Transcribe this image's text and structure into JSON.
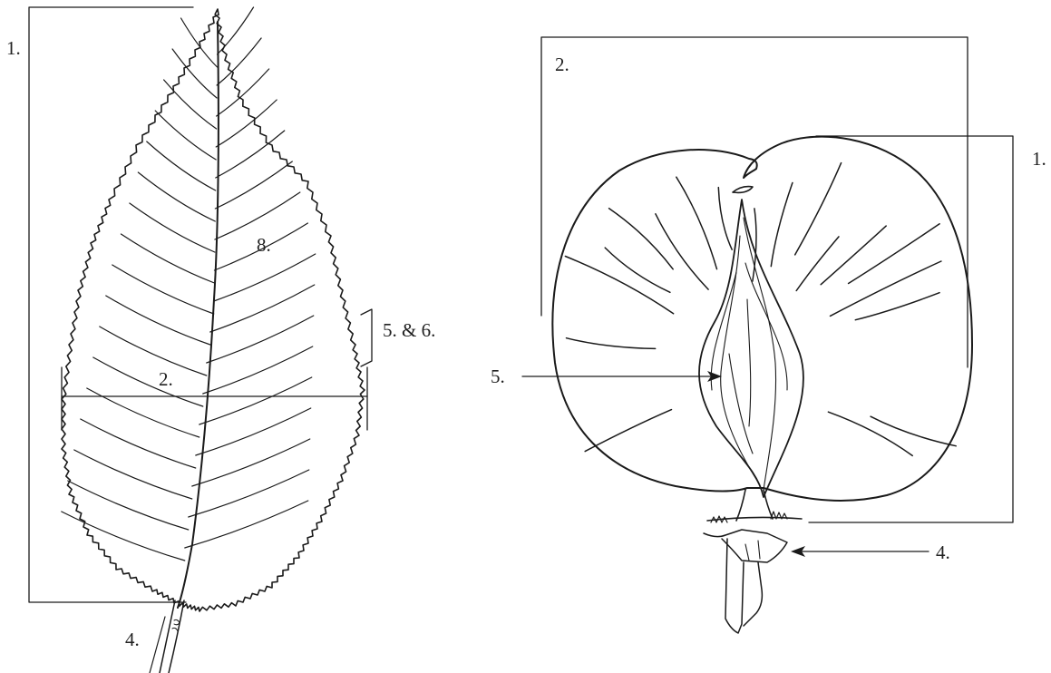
{
  "figures": {
    "leaf": {
      "labels": {
        "length": "1.",
        "width": "2.",
        "petiole": "4.",
        "teeth": "5. & 6.",
        "veins": "8."
      }
    },
    "samara": {
      "labels": {
        "length": "1.",
        "width": "2.",
        "stalk": "4.",
        "seed": "5."
      }
    }
  },
  "colors": {
    "ink": "#1a1a1a",
    "text": "#222222",
    "background": "#ffffff"
  }
}
